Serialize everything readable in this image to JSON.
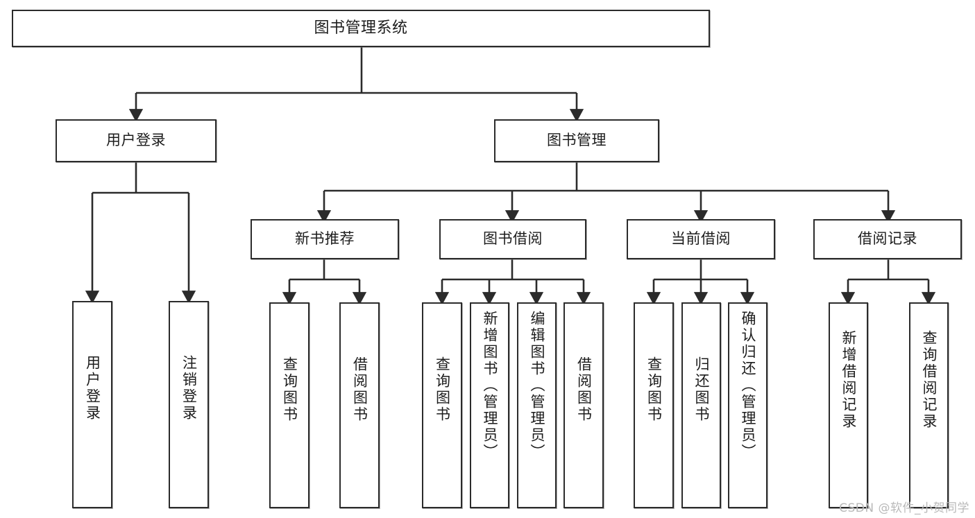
{
  "diagram": {
    "title": "图书管理系统",
    "type": "tree",
    "watermark": "CSDN @软件_小贺同学",
    "colors": {
      "background": "#ffffff",
      "node_border": "#2b2b2b",
      "node_fill": "#ffffff",
      "edge": "#2b2b2b",
      "watermark": "#b9b9b9"
    },
    "nodes": {
      "root": {
        "label": "图书管理系统"
      },
      "level2": [
        {
          "id": "user-login",
          "label": "用户登录"
        },
        {
          "id": "book-manage",
          "label": "图书管理"
        }
      ],
      "level3": [
        {
          "id": "new-book-rec",
          "label": "新书推荐"
        },
        {
          "id": "book-borrow",
          "label": "图书借阅"
        },
        {
          "id": "current-borrow",
          "label": "当前借阅"
        },
        {
          "id": "borrow-record",
          "label": "借阅记录"
        }
      ],
      "leaves": [
        {
          "id": "leaf-user-login",
          "label": "用户登录",
          "parent": "user-login"
        },
        {
          "id": "leaf-logout",
          "label": "注销登录",
          "parent": "user-login"
        },
        {
          "id": "leaf-query-book-1",
          "label": "查询图书",
          "parent": "new-book-rec"
        },
        {
          "id": "leaf-borrow-book-1",
          "label": "借阅图书",
          "parent": "new-book-rec"
        },
        {
          "id": "leaf-query-book-2",
          "label": "查询图书",
          "parent": "book-borrow"
        },
        {
          "id": "leaf-add-book",
          "label": "新增图书（管理员）",
          "parent": "book-borrow"
        },
        {
          "id": "leaf-edit-book",
          "label": "编辑图书（管理员）",
          "parent": "book-borrow"
        },
        {
          "id": "leaf-borrow-book-2",
          "label": "借阅图书",
          "parent": "book-borrow"
        },
        {
          "id": "leaf-query-book-3",
          "label": "查询图书",
          "parent": "current-borrow"
        },
        {
          "id": "leaf-return-book",
          "label": "归还图书",
          "parent": "current-borrow"
        },
        {
          "id": "leaf-confirm-return",
          "label": "确认归还（管理员）",
          "parent": "current-borrow"
        },
        {
          "id": "leaf-add-record",
          "label": "新增借阅记录",
          "parent": "borrow-record"
        },
        {
          "id": "leaf-query-record",
          "label": "查询借阅记录",
          "parent": "borrow-record"
        }
      ]
    }
  }
}
